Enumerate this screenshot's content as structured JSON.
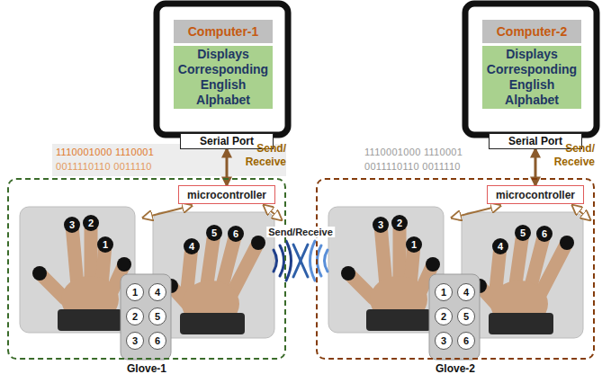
{
  "diagram": {
    "nodes": [
      {
        "text": [
          "Computer-1"
        ]
      },
      {
        "text": [
          "Displays Corresponding English Alphabet"
        ]
      },
      {
        "text": [
          "Serial Port"
        ]
      },
      {
        "text": [
          "Glove-1"
        ]
      },
      {
        "text": [
          "microcontroller"
        ],
        "in": 3
      },
      {
        "text": [
          "1"
        ],
        "in": 3
      },
      {
        "text": [
          "4"
        ],
        "in": 3
      },
      {
        "text": [
          "2"
        ],
        "in": 3
      },
      {
        "text": [
          "5"
        ],
        "in": 3
      },
      {
        "text": [
          "3"
        ],
        "in": 3
      },
      {
        "text": [
          "6"
        ],
        "in": 3
      },
      {
        "text": [
          "Computer-2"
        ]
      },
      {
        "text": [
          "Displays Corresponding English Alphabet"
        ]
      },
      {
        "text": [
          "Serial Port"
        ]
      },
      {
        "text": [
          "Glove-2"
        ]
      },
      {
        "text": [
          "microcontroller"
        ],
        "in": 14
      },
      {
        "text": [
          "1"
        ],
        "in": 14
      },
      {
        "text": [
          "4"
        ],
        "in": 14
      },
      {
        "text": [
          "2"
        ],
        "in": 14
      },
      {
        "text": [
          "5"
        ],
        "in": 14
      },
      {
        "text": [
          "3"
        ],
        "in": 14
      },
      {
        "text": [
          "6"
        ],
        "in": 14
      }
    ],
    "edges": [
      {
        "from": 2,
        "to": 4,
        "arrow": "both"
      },
      {
        "from": 13,
        "to": 15,
        "arrow": "both"
      }
    ],
    "labels": [
      "1110001000 1110001",
      "0011110110 0011110",
      "Send/ Receive",
      "3",
      "2",
      "1",
      "4",
      "5",
      "6",
      "Send/Receive",
      "1110001000 1110001",
      "0011110110 0011110",
      "Send/ Receive",
      "3",
      "2",
      "1",
      "4",
      "5",
      "6"
    ]
  }
}
